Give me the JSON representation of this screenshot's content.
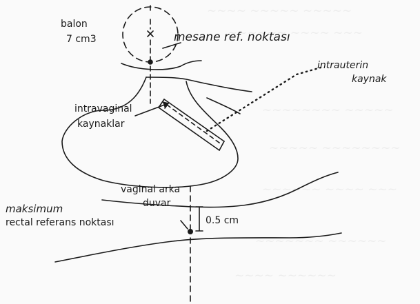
{
  "colors": {
    "ink": "#1a1a1a",
    "paper": "#fafafa",
    "bleed": "#9a9a9a"
  },
  "labels": {
    "balloon": "balon",
    "balloon_volume": "7 cm3",
    "bladder_ref_point": "mesane ref. noktası",
    "intrauterine_source_1": "intrauterin",
    "intrauterine_source_2": "kaynak",
    "intravaginal_sources_1": "intravaginal",
    "intravaginal_sources_2": "kaynaklar",
    "vaginal_wall_1": "vaginal arka",
    "vaginal_wall_2": "duvar",
    "max_label": "maksimum",
    "rectal_ref_point": "rectal referans noktası",
    "distance": "0.5 cm"
  }
}
